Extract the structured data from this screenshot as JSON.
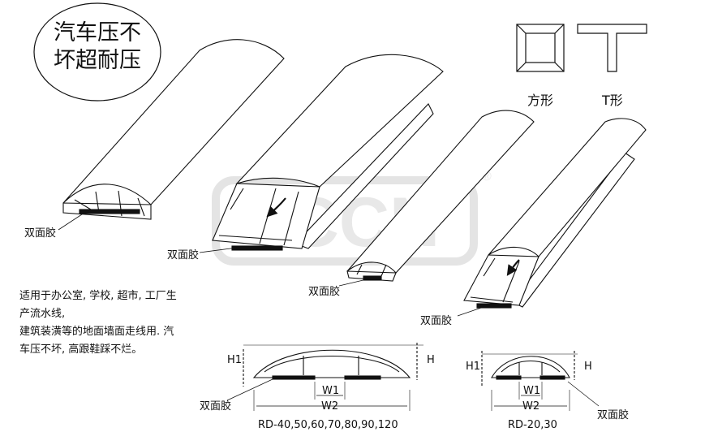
{
  "badge": {
    "line1": "汽车压不",
    "line2": "坏超耐压"
  },
  "shapes": {
    "square_label": "方形",
    "t_label": "T形"
  },
  "watermark": {
    "text": "JCCN"
  },
  "tape_label": "双面胶",
  "description": [
    "适用于办公室, 学校, 超市, 工厂生",
    "产流水线,",
    "建筑装潢等的地面墙面走线用. 汽",
    "车压不坏, 高跟鞋踩不烂。"
  ],
  "section_left": {
    "h1": "H1",
    "h": "H",
    "w1": "W1",
    "w2": "W2",
    "tape": "双面胶",
    "model": "RD-40,50,60,70,80,90,120"
  },
  "section_right": {
    "h1": "H1",
    "h": "H",
    "w1": "W1",
    "w2": "W2",
    "tape": "双面胶",
    "model": "RD-20,30"
  }
}
